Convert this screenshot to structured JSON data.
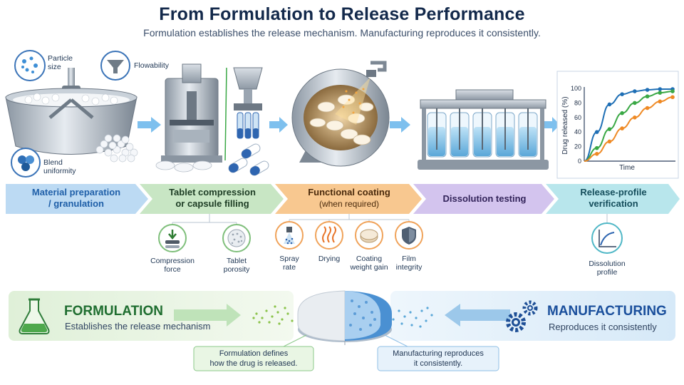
{
  "header": {
    "title": "From Formulation to Release Performance",
    "subtitle": "Formulation establishes the release mechanism. Manufacturing reproduces it consistently."
  },
  "inputs": {
    "particle_size": [
      "Particle",
      "size"
    ],
    "flowability": "Flowability",
    "blend_uniformity": [
      "Blend",
      "uniformity"
    ]
  },
  "chart_data": {
    "type": "line",
    "xlabel": "Time",
    "ylabel": "Drug released (%)",
    "yticks": [
      0,
      20,
      40,
      60,
      80,
      100
    ],
    "ylim": [
      0,
      100
    ],
    "series": [
      {
        "color": "#1f6fb5",
        "x": [
          0,
          1,
          2,
          3,
          4,
          5,
          6,
          7
        ],
        "values": [
          0,
          40,
          78,
          92,
          96,
          98,
          99,
          99
        ]
      },
      {
        "color": "#3aa845",
        "x": [
          0,
          1,
          2,
          3,
          4,
          5,
          6,
          7
        ],
        "values": [
          0,
          18,
          44,
          66,
          80,
          89,
          94,
          96
        ]
      },
      {
        "color": "#ef8a25",
        "x": [
          0,
          1,
          2,
          3,
          4,
          5,
          6,
          7
        ],
        "values": [
          0,
          10,
          27,
          45,
          60,
          73,
          82,
          88
        ]
      }
    ]
  },
  "stages": [
    {
      "lines": [
        "Material preparation",
        "/ granulation"
      ],
      "color": "#1f5fa8",
      "fill": "#bcdaf3"
    },
    {
      "lines": [
        "Tablet compression",
        "or capsule filling"
      ],
      "color": "#1d3c24",
      "fill": "#c8e6c4"
    },
    {
      "lines": [
        "Functional coating",
        "(when required)"
      ],
      "color": "#4a2a0c",
      "fill": "#f8c890"
    },
    {
      "lines": [
        "Dissolution testing"
      ],
      "color": "#33245a",
      "fill": "#d3c4ee"
    },
    {
      "lines": [
        "Release-profile",
        "verification"
      ],
      "color": "#154e5c",
      "fill": "#b8e6ec"
    }
  ],
  "sub_params": {
    "compression_force": [
      "Compression",
      "force"
    ],
    "tablet_porosity": [
      "Tablet",
      "porosity"
    ],
    "spray_rate": [
      "Spray",
      "rate"
    ],
    "drying": [
      "Drying"
    ],
    "coating_weight_gain": [
      "Coating",
      "weight gain"
    ],
    "film_integrity": [
      "Film",
      "integrity"
    ],
    "dissolution_profile": [
      "Dissolution",
      "profile"
    ]
  },
  "formulation": {
    "title": "FORMULATION",
    "subtitle": "Establishes the release mechanism",
    "callout": [
      "Formulation defines",
      "how the drug is released."
    ],
    "color": "#1f6e30"
  },
  "manufacturing": {
    "title": "MANUFACTURING",
    "subtitle": "Reproduces it consistently",
    "callout": [
      "Manufacturing reproduces",
      "it consistently."
    ],
    "color": "#1a4f9c"
  }
}
